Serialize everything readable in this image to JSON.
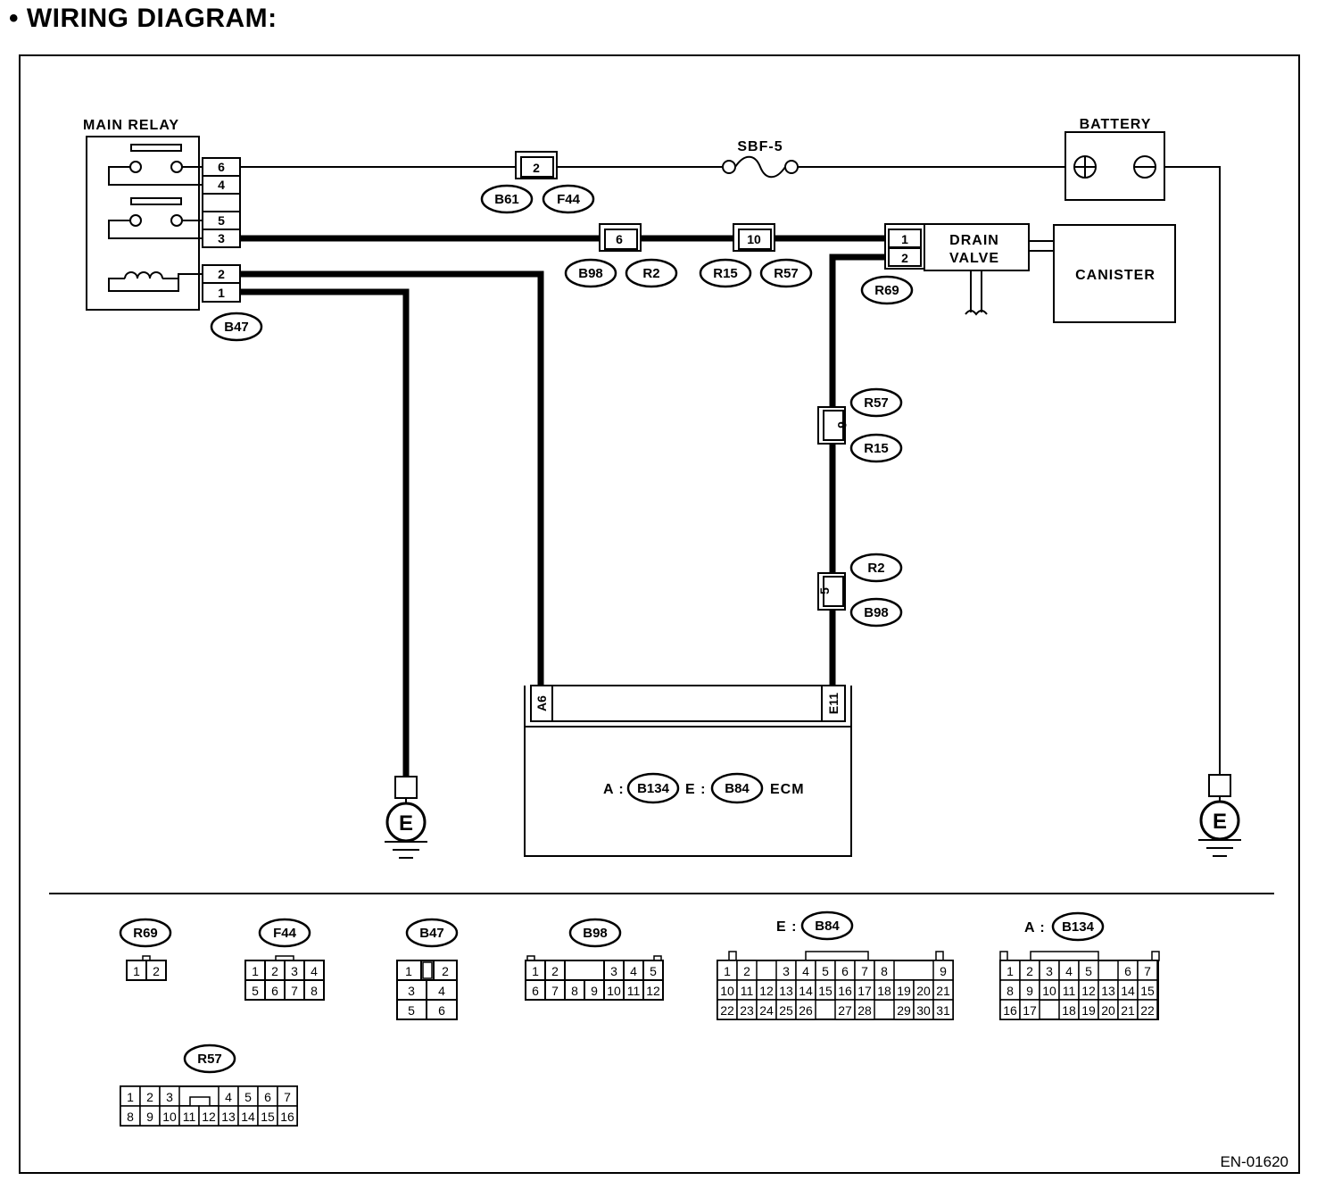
{
  "heading": "•  WIRING DIAGRAM:",
  "figure_code": "EN-01620",
  "components": {
    "main_relay": "MAIN RELAY",
    "battery": "BATTERY",
    "fuse": "SBF-5",
    "drain_valve_line1": "DRAIN",
    "drain_valve_line2": "VALVE",
    "canister": "CANISTER",
    "ecm": "ECM",
    "ecm_conn_a_prefix": "A :",
    "ecm_conn_e_prefix": "E :",
    "ground_left": "E",
    "ground_right": "E"
  },
  "relay_pins": [
    "6",
    "4",
    "5",
    "3",
    "2",
    "1"
  ],
  "inline_pins": {
    "b61_f44": "2",
    "b98_r2_top": "6",
    "r15_r57_top": "10",
    "drain_1": "1",
    "drain_2": "2",
    "vertical_upper": "6",
    "vertical_lower": "5",
    "ecm_a": "A6",
    "ecm_e": "E11"
  },
  "connector_refs": {
    "b61": "B61",
    "f44": "F44",
    "b98": "B98",
    "r2": "R2",
    "r15": "R15",
    "r57": "R57",
    "r69": "R69",
    "b47": "B47",
    "b134": "B134",
    "b84": "B84"
  },
  "legend": {
    "r69": {
      "ref": "R69",
      "pins": [
        "1",
        "2"
      ]
    },
    "f44": {
      "ref": "F44",
      "pins": [
        "1",
        "2",
        "3",
        "4",
        "5",
        "6",
        "7",
        "8"
      ]
    },
    "b47": {
      "ref": "B47",
      "pins": [
        "1",
        "2",
        "3",
        "4",
        "5",
        "6"
      ]
    },
    "b98": {
      "ref": "B98",
      "pins": [
        "1",
        "2",
        "3",
        "4",
        "5",
        "6",
        "7",
        "8",
        "9",
        "10",
        "11",
        "12"
      ]
    },
    "b84": {
      "ref": "B84",
      "prefix": "E :",
      "pins": [
        "1",
        "2",
        "3",
        "4",
        "5",
        "6",
        "7",
        "8",
        "9",
        "10",
        "11",
        "12",
        "13",
        "14",
        "15",
        "16",
        "17",
        "18",
        "19",
        "20",
        "21",
        "22",
        "23",
        "24",
        "25",
        "26",
        "27",
        "28",
        "29",
        "30",
        "31"
      ]
    },
    "b134": {
      "ref": "B134",
      "prefix": "A :",
      "pins": [
        "1",
        "2",
        "3",
        "4",
        "5",
        "6",
        "7",
        "8",
        "9",
        "10",
        "11",
        "12",
        "13",
        "14",
        "15",
        "16",
        "17",
        "18",
        "19",
        "20",
        "21",
        "22"
      ]
    },
    "r57": {
      "ref": "R57",
      "pins": [
        "1",
        "2",
        "3",
        "4",
        "5",
        "6",
        "7",
        "8",
        "9",
        "10",
        "11",
        "12",
        "13",
        "14",
        "15",
        "16"
      ]
    }
  }
}
